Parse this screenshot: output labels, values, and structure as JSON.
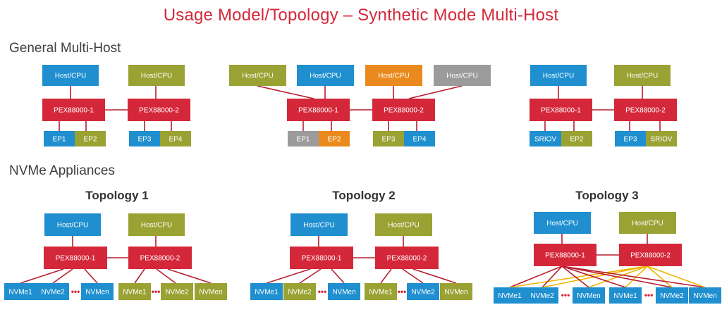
{
  "title": "Usage Model/Topology – Synthetic Mode Multi-Host",
  "sections": {
    "general": "General Multi-Host",
    "nvme": "NVMe Appliances"
  },
  "topologies": [
    "Topology 1",
    "Topology 2",
    "Topology 3"
  ],
  "labels": {
    "host": "Host/CPU",
    "pex1": "PEX88000-1",
    "pex2": "PEX88000-2",
    "ep1": "EP1",
    "ep2": "EP2",
    "ep3": "EP3",
    "ep4": "EP4",
    "sriov": "SRIOV",
    "nvme1": "NVMe1",
    "nvme2": "NVMe2",
    "nvmen": "NVMen",
    "dots": "•••"
  },
  "colors": {
    "blue": "#1f8fcf",
    "olive": "#9aa234",
    "red": "#d4283a",
    "orange": "#ea8a1e",
    "gray": "#9b9b9b",
    "line_red": "#b81d2e",
    "line_yellow": "#f0b400"
  }
}
